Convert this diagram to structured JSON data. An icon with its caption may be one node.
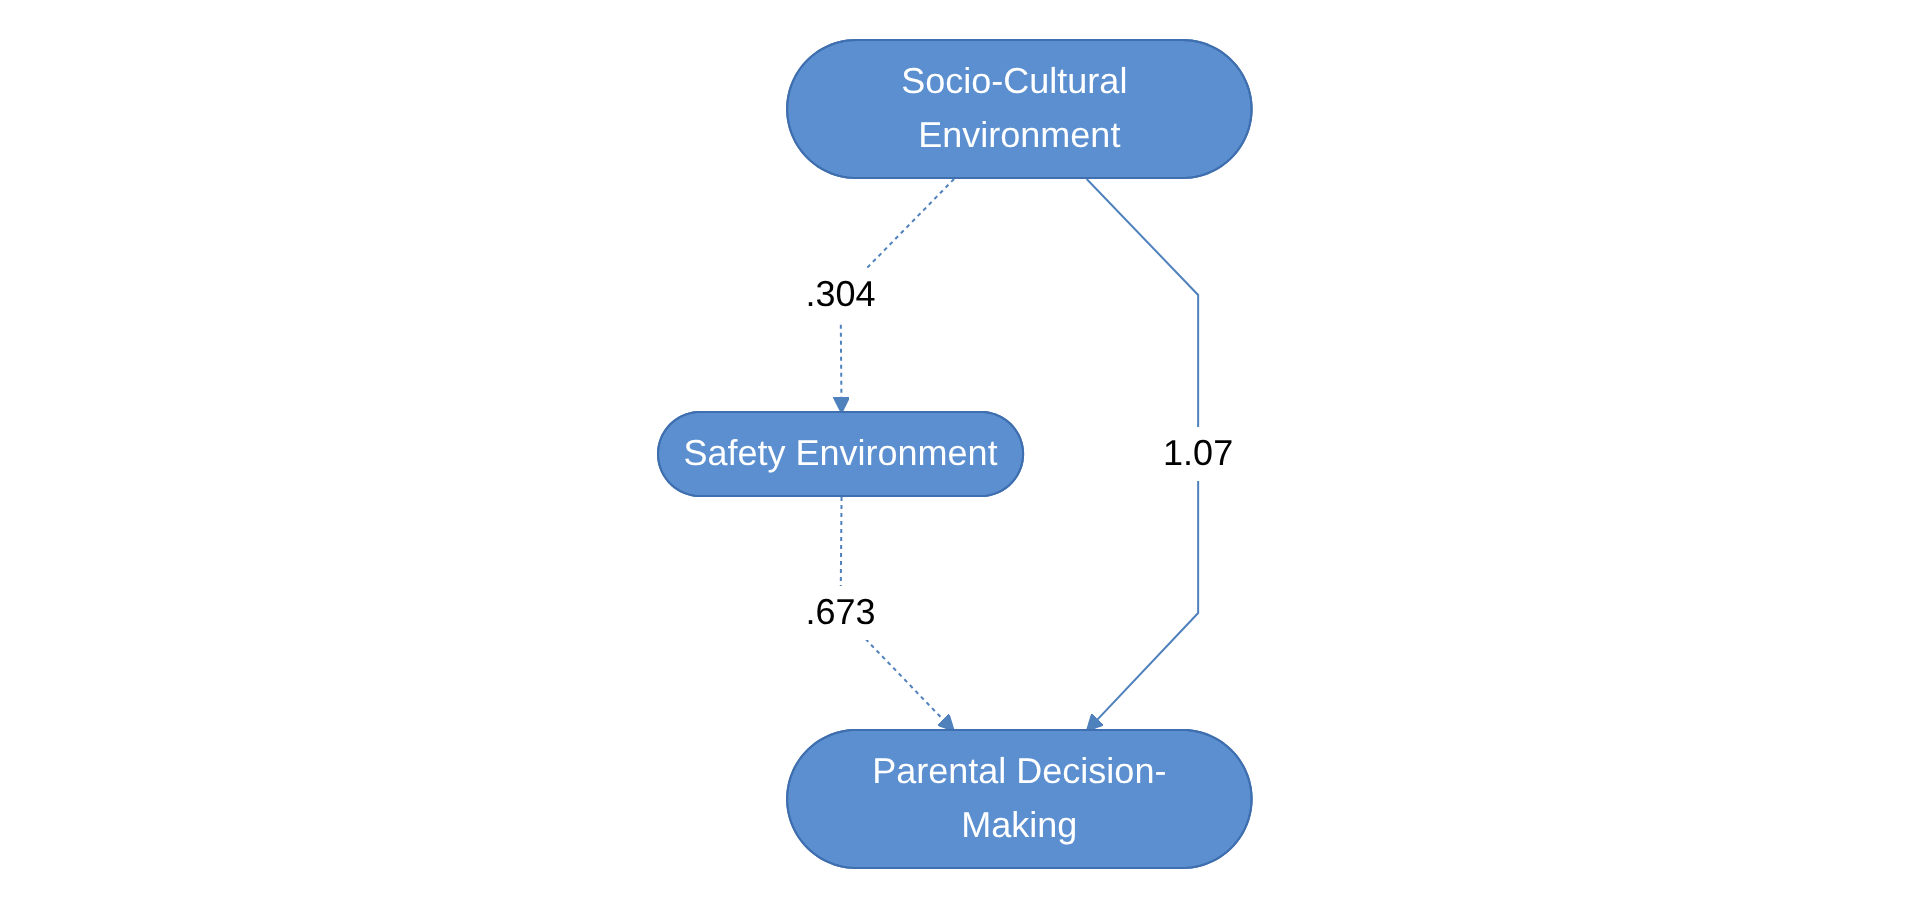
{
  "diagram": {
    "nodes": [
      {
        "text": [
          "Safety Environment"
        ]
      },
      {
        "text": [
          "Socio-Cultural Environment"
        ]
      },
      {
        "text": [
          "Parental Decision-Making"
        ]
      }
    ],
    "edges": [
      {
        "from": 1,
        "to": 0,
        "arrow": "to",
        "label": ".304",
        "style": "dashed"
      },
      {
        "from": 0,
        "to": 2,
        "arrow": "to",
        "label": ".673",
        "style": "dashed"
      },
      {
        "from": 1,
        "to": 2,
        "arrow": "to",
        "label": "1.07"
      }
    ]
  }
}
